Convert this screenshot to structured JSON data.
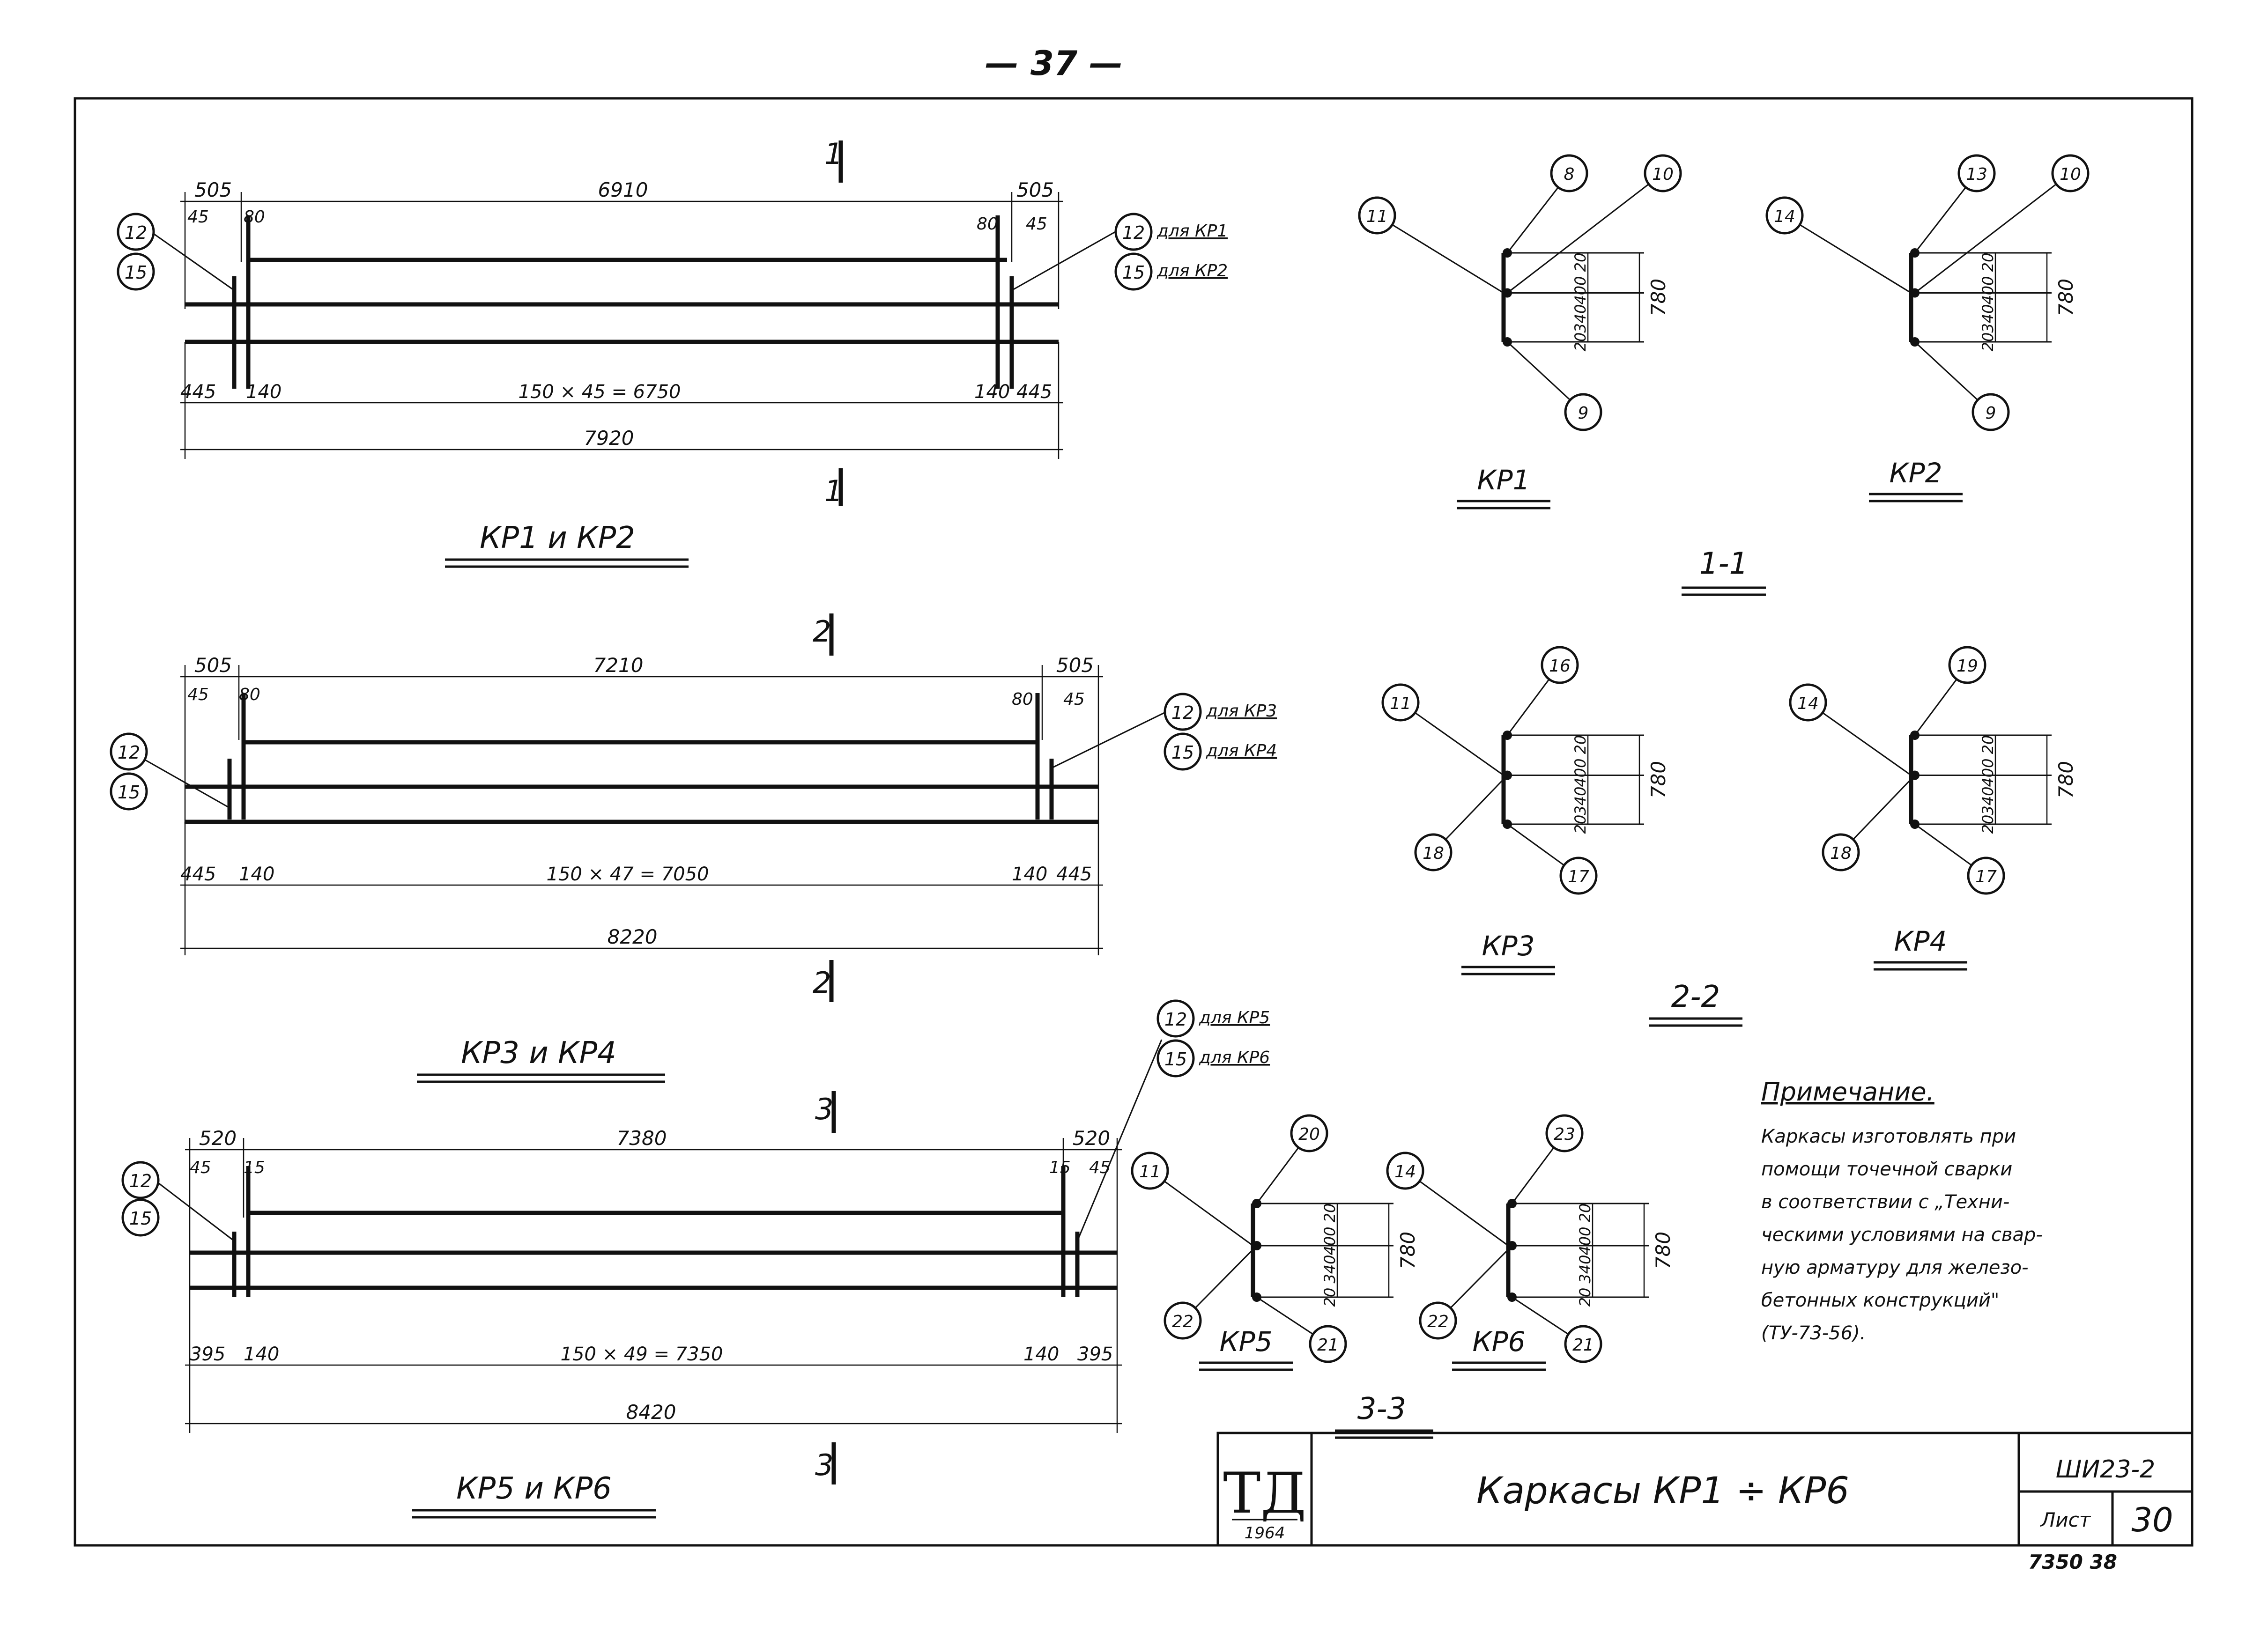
{
  "page_number": "— 37 —",
  "elevations": [
    {
      "section": "1",
      "title": "КР1 и КР2",
      "dims_top": {
        "left": "505",
        "middle": "6910",
        "right": "505"
      },
      "dims_small": {
        "l1": "45",
        "l2": "80",
        "r1": "80",
        "r2": "45"
      },
      "dims_bottom": {
        "left1": "445",
        "left2": "140",
        "middle": "150 × 45 = 6750",
        "right2": "140",
        "right1": "445"
      },
      "overall": "7920",
      "callouts_left": [
        "12",
        "15"
      ],
      "callouts_right": [
        {
          "num": "12",
          "note": "для КР1"
        },
        {
          "num": "15",
          "note": "для КР2"
        }
      ]
    },
    {
      "section": "2",
      "title": "КР3 и КР4",
      "dims_top": {
        "left": "505",
        "middle": "7210",
        "right": "505"
      },
      "dims_small": {
        "l1": "45",
        "l2": "80",
        "r1": "80",
        "r2": "45"
      },
      "dims_bottom": {
        "left1": "445",
        "left2": "140",
        "middle": "150 × 47 = 7050",
        "right2": "140",
        "right1": "445"
      },
      "overall": "8220",
      "callouts_left": [
        "12",
        "15"
      ],
      "callouts_right": [
        {
          "num": "12",
          "note": "для КР3"
        },
        {
          "num": "15",
          "note": "для КР4"
        }
      ]
    },
    {
      "section": "3",
      "title": "КР5 и КР6",
      "dims_top": {
        "left": "520",
        "middle": "7380",
        "right": "520"
      },
      "dims_small": {
        "l1": "45",
        "l2": "15",
        "r1": "15",
        "r2": "45"
      },
      "dims_bottom": {
        "left1": "395",
        "left2": "140",
        "middle": "150 × 49 = 7350",
        "right2": "140",
        "right1": "395"
      },
      "overall": "8420",
      "callouts_left": [
        "12",
        "15"
      ],
      "callouts_right": [
        {
          "num": "12",
          "note": "для КР5"
        },
        {
          "num": "15",
          "note": "для КР6"
        }
      ]
    }
  ],
  "sections": [
    {
      "label": "КР1",
      "callouts": [
        "11",
        "8",
        "10",
        "9"
      ],
      "dims": [
        "20",
        "400",
        "340",
        "20",
        "780"
      ]
    },
    {
      "label": "КР2",
      "callouts": [
        "14",
        "13",
        "10",
        "9"
      ],
      "dims": [
        "20",
        "400",
        "340",
        "20",
        "780"
      ]
    },
    {
      "label": "КР3",
      "callouts": [
        "11",
        "16",
        "18",
        "17"
      ],
      "dims": [
        "20",
        "400",
        "340",
        "20",
        "780"
      ]
    },
    {
      "label": "КР4",
      "callouts": [
        "14",
        "19",
        "18",
        "17"
      ],
      "dims": [
        "20",
        "400",
        "340",
        "20",
        "780"
      ]
    },
    {
      "label": "КР5",
      "callouts": [
        "11",
        "20",
        "22",
        "21"
      ],
      "dims": [
        "20",
        "400",
        "340",
        "20",
        "780"
      ]
    },
    {
      "label": "КР6",
      "callouts": [
        "14",
        "23",
        "22",
        "21"
      ],
      "dims": [
        "20",
        "400",
        "340",
        "20",
        "780"
      ]
    }
  ],
  "section_titles": [
    "1-1",
    "2-2",
    "3-3"
  ],
  "note": {
    "title": "Примечание.",
    "lines": [
      "Каркасы изготовлять при",
      "помощи точечной сварки",
      "в соответствии с „Техни-",
      "ческими условиями на свар-",
      "ную арматуру для железо-",
      "бетонных конструкций\"",
      "(ТУ-73-56)."
    ]
  },
  "title_block": {
    "logo": "ТД",
    "year": "1964",
    "title": "Каркасы КР1 ÷ КР6",
    "code": "ШИ23-2",
    "sheet_label": "Лист",
    "sheet_no": "30"
  },
  "footer_stamp": "7350  38"
}
